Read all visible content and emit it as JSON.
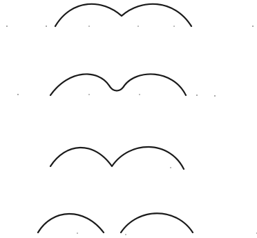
{
  "figure": {
    "panels": [
      {
        "id": "panel-1",
        "shape": "two arcs joined by a smooth shallow dip"
      },
      {
        "id": "panel-2",
        "shape": "two arcs joined by a rounded dip"
      },
      {
        "id": "panel-3",
        "shape": "two arcs meeting at a sharp cusp"
      },
      {
        "id": "panel-4",
        "shape": "two separated arcs"
      }
    ],
    "colors": {
      "stroke": "#1a1a1a",
      "background": "#ffffff",
      "speck": "#6a6a6a"
    }
  }
}
